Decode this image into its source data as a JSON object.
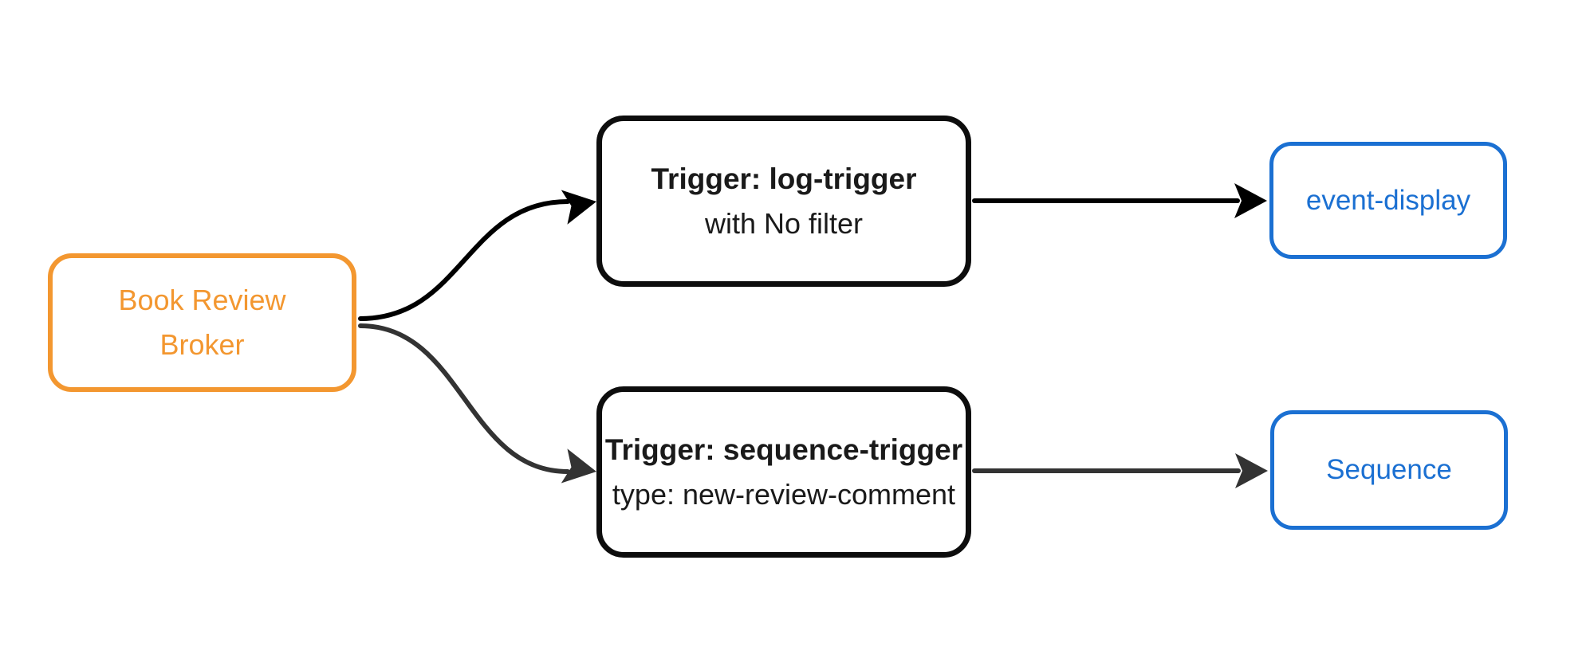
{
  "diagram": {
    "type": "flowchart",
    "direction": "left-to-right",
    "background": "#ffffff",
    "nodes": {
      "broker": {
        "lines": [
          "Book Review",
          "Broker"
        ],
        "border_color": "#F39730",
        "text_color": "#F39730",
        "shape": "rounded-rect"
      },
      "log_trigger": {
        "title": "Trigger: log-trigger",
        "subtitle": "with No filter",
        "border_color": "#0d0d0d",
        "text_color": "#1a1a1a",
        "shape": "rounded-rect"
      },
      "sequence_trigger": {
        "title": "Trigger: sequence-trigger",
        "subtitle": "type: new-review-comment",
        "border_color": "#0d0d0d",
        "text_color": "#1a1a1a",
        "shape": "rounded-rect"
      },
      "event_display": {
        "label": "event-display",
        "border_color": "#1B70D2",
        "text_color": "#1B70D2",
        "shape": "rounded-rect"
      },
      "sequence": {
        "label": "Sequence",
        "border_color": "#1B70D2",
        "text_color": "#1B70D2",
        "shape": "rounded-rect"
      }
    },
    "edges": [
      {
        "from": "broker",
        "to": "log_trigger",
        "style": "curved",
        "color": "#000000"
      },
      {
        "from": "broker",
        "to": "sequence_trigger",
        "style": "curved",
        "color": "#333333"
      },
      {
        "from": "log_trigger",
        "to": "event_display",
        "style": "straight",
        "color": "#000000"
      },
      {
        "from": "sequence_trigger",
        "to": "sequence",
        "style": "straight",
        "color": "#333333"
      }
    ]
  }
}
